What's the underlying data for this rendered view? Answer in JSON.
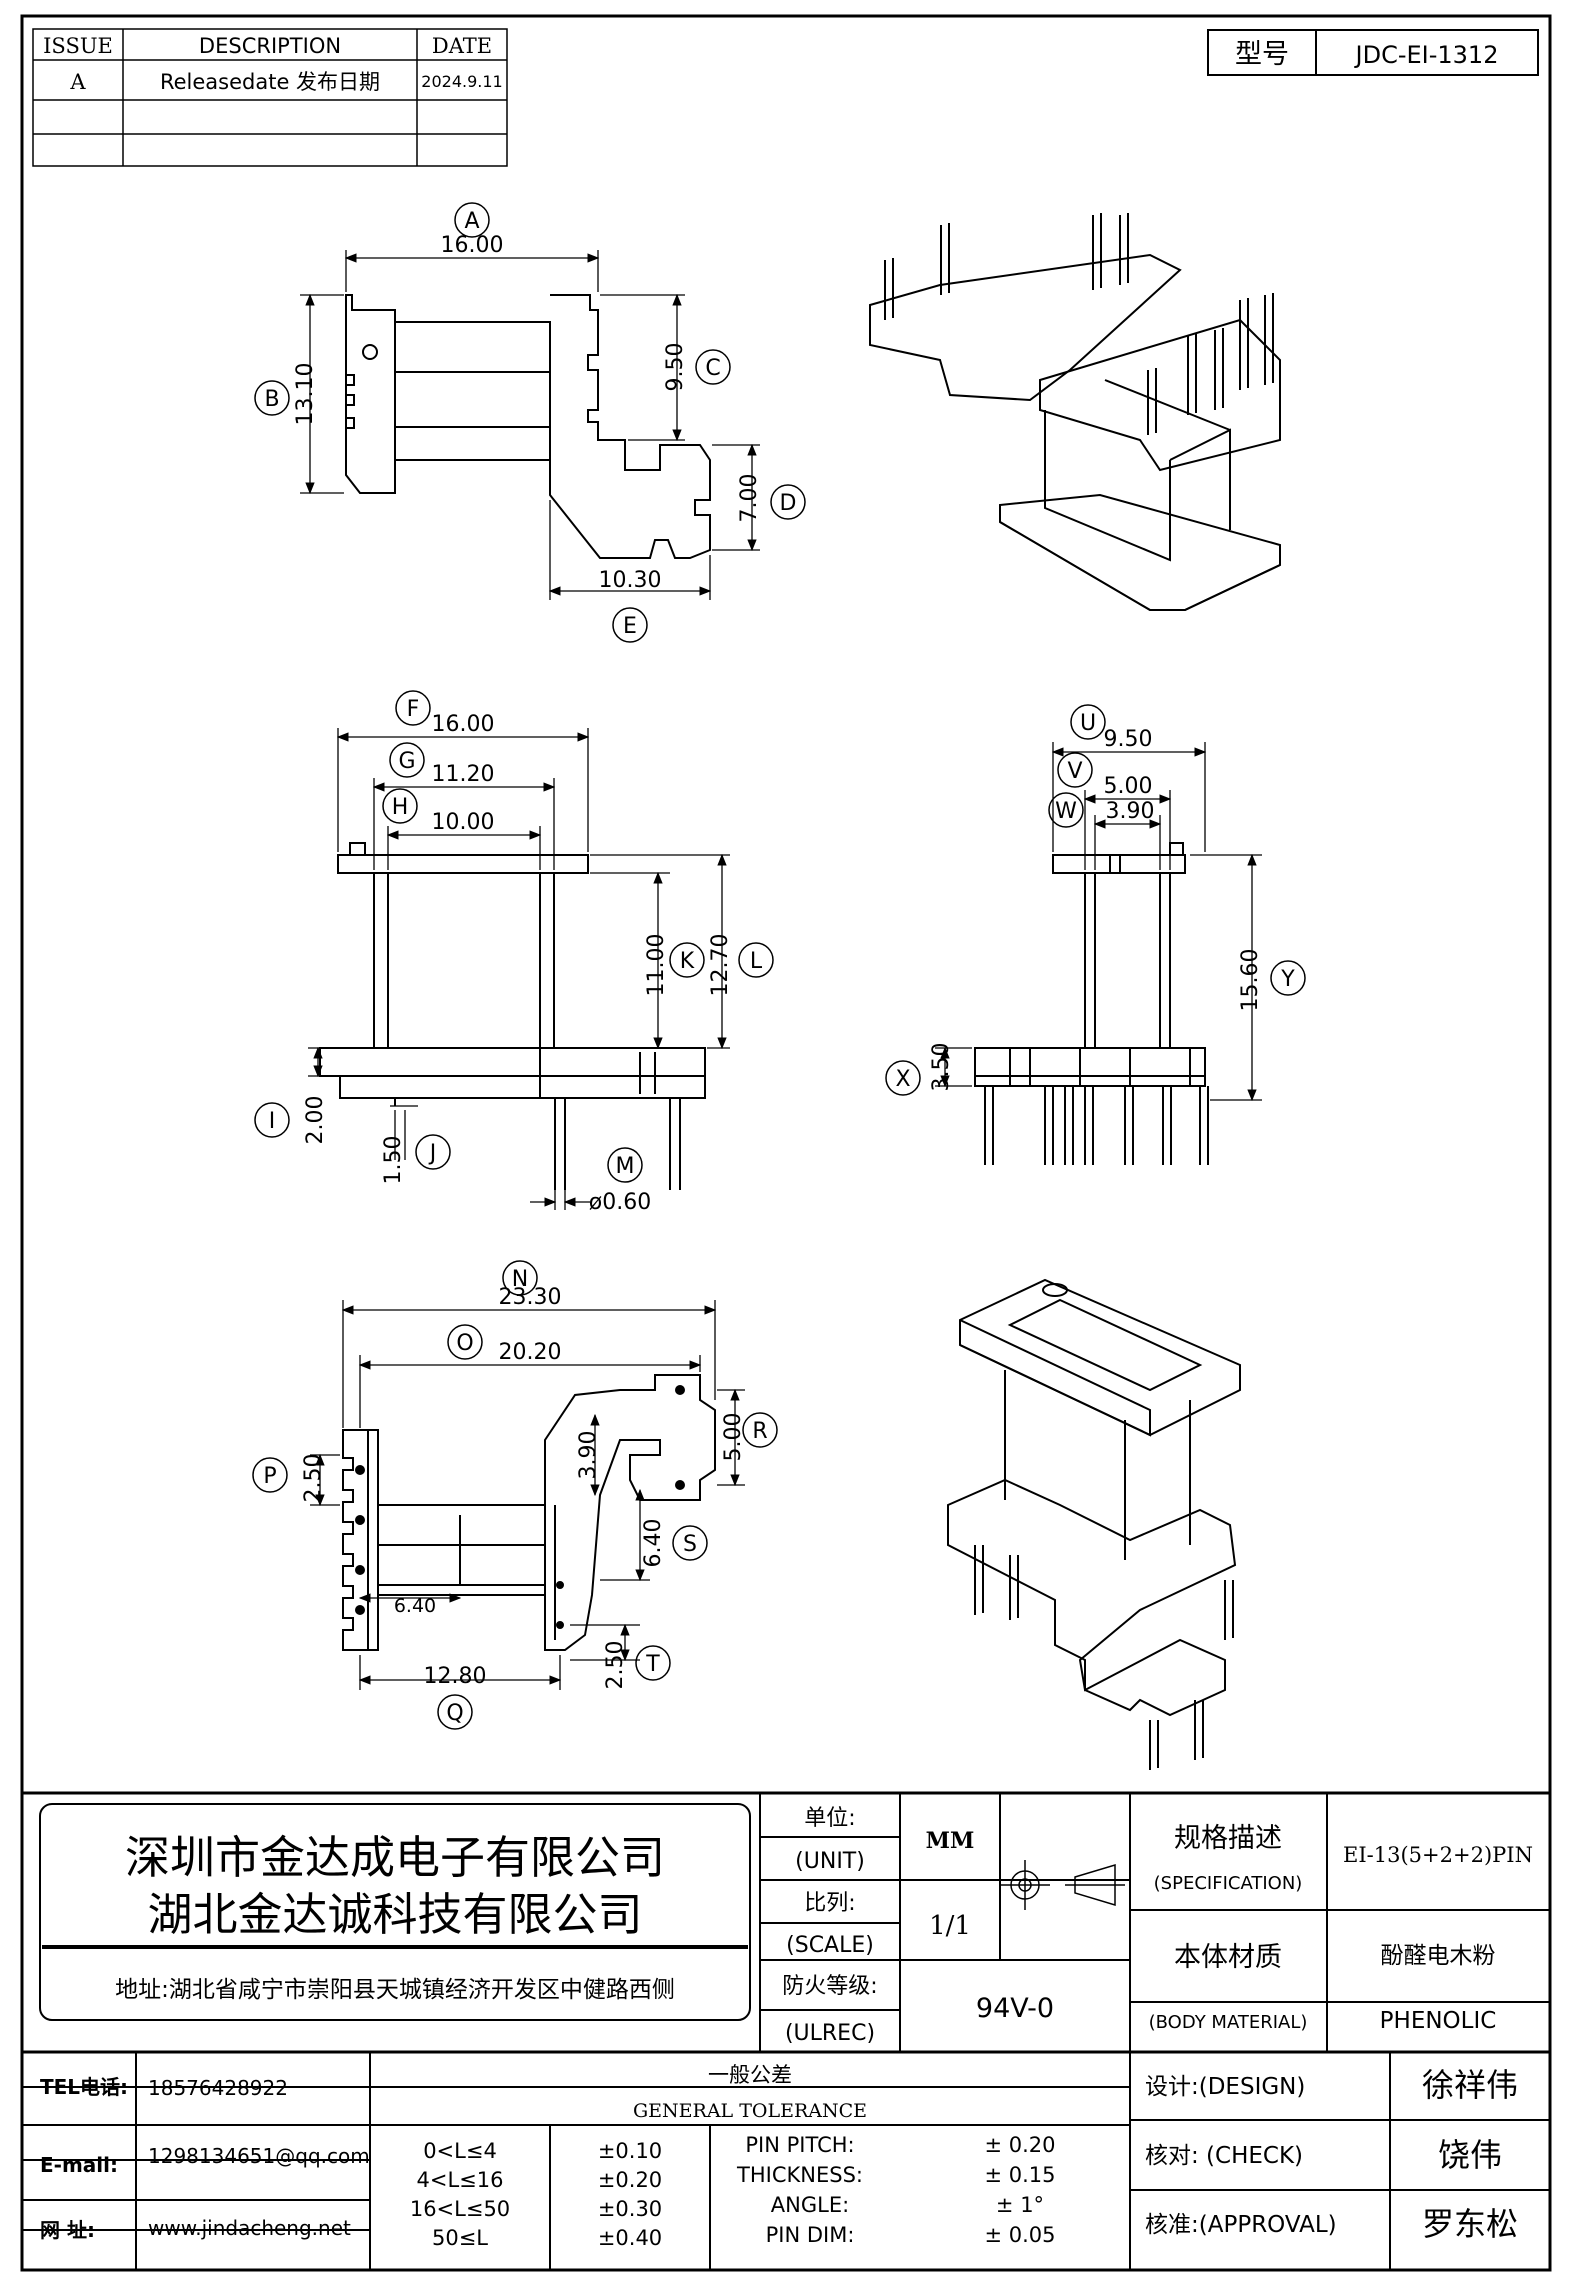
{
  "revision_table": {
    "headers": [
      "ISSUE",
      "DESCRIPTION",
      "DATE"
    ],
    "rows": [
      {
        "issue": "A",
        "description": "Releasedate 发布日期",
        "date": "2024.9.11"
      },
      {
        "issue": "",
        "description": "",
        "date": ""
      },
      {
        "issue": "",
        "description": "",
        "date": ""
      }
    ]
  },
  "model": {
    "label": "型号",
    "value": "JDC-EI-1312"
  },
  "dimensions": {
    "A": "16.00",
    "B": "13.10",
    "C": "9.50",
    "D": "7.00",
    "E": "10.30",
    "F": "16.00",
    "G": "11.20",
    "H": "10.00",
    "K": "11.00",
    "L": "12.70",
    "I": "2.00",
    "J": "1.50",
    "M": "ø0.60",
    "U": "9.50",
    "V": "5.00",
    "W": "3.90",
    "Y": "15.60",
    "X": "3.50",
    "N": "23.30",
    "O": "20.20",
    "P": "2.50",
    "R": "5.00",
    "S": "6.40",
    "Q": "12.80",
    "T": "2.50",
    "inner_640": "6.40",
    "inner_390": "3.90"
  },
  "callouts": [
    "A",
    "B",
    "C",
    "D",
    "E",
    "F",
    "G",
    "H",
    "K",
    "L",
    "I",
    "J",
    "M",
    "U",
    "V",
    "W",
    "Y",
    "X",
    "N",
    "O",
    "P",
    "R",
    "S",
    "Q",
    "T"
  ],
  "company": {
    "name1": "深圳市金达成电子有限公司",
    "name2": "湖北金达诚科技有限公司",
    "address": "地址:湖北省咸宁市崇阳县天城镇经济开发区中健路西侧"
  },
  "title_block": {
    "unit_cn": "单位:",
    "unit_en": "(UNIT)",
    "unit_value": "MM",
    "scale_cn": "比列:",
    "scale_en": "(SCALE)",
    "scale_value": "1/1",
    "fire_cn": "防火等级:",
    "fire_en": "(ULREC)",
    "fire_value": "94V-0",
    "spec_cn": "规格描述",
    "spec_en": "(SPECIFICATION)",
    "spec_value": "EI-13(5+2+2)PIN",
    "material_cn": "本体材质",
    "material_en": "(BODY MATERIAL)",
    "material_value_cn": "酚醛电木粉",
    "material_value_en": "PHENOLIC"
  },
  "contact": {
    "tel_label": "TEL电话:",
    "tel": "18576428922",
    "email_label": "E-mail:",
    "email": "1298134651@qq.com",
    "web_label": "网  址:",
    "web": "www.jindacheng.net"
  },
  "tolerance": {
    "title_cn": "一般公差",
    "title_en": "GENERAL TOLERANCE",
    "ranges": [
      {
        "range": "0<L≤4",
        "tol": "±0.10"
      },
      {
        "range": "4<L≤16",
        "tol": "±0.20"
      },
      {
        "range": "16<L≤50",
        "tol": "±0.30"
      },
      {
        "range": "50≤L",
        "tol": "±0.40"
      }
    ],
    "others": [
      {
        "name": "PIN PITCH:",
        "tol": "± 0.20"
      },
      {
        "name": "THICKNESS:",
        "tol": "± 0.15"
      },
      {
        "name": "ANGLE:",
        "tol": "± 1°"
      },
      {
        "name": "PIN DIM:",
        "tol": "± 0.05"
      }
    ]
  },
  "signoff": {
    "design_label": "设计:(DESIGN)",
    "design": "徐祥伟",
    "check_label": "核对: (CHECK)",
    "check": "饶伟",
    "approval_label": "核准:(APPROVAL)",
    "approval": "罗东松"
  }
}
